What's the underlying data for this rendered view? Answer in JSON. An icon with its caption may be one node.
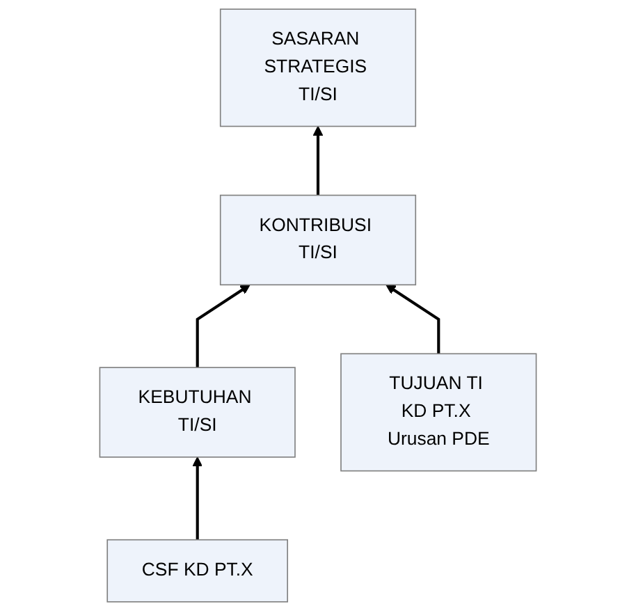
{
  "diagram": {
    "nodes": [
      {
        "text": [
          "SASARAN STRATEGIS TI/SI"
        ]
      },
      {
        "text": [
          "KONTRIBUSI TI/SI"
        ]
      },
      {
        "text": [
          "KEBUTUHAN TI/SI"
        ]
      },
      {
        "text": [
          "TUJUAN TI KD PT.X Urusan PDE"
        ]
      },
      {
        "text": [
          "CSF KD PT.X"
        ]
      }
    ],
    "edges": [
      {
        "from": 1,
        "to": 0,
        "arrow": "to"
      },
      {
        "from": 2,
        "to": 1,
        "arrow": "to"
      },
      {
        "from": 3,
        "to": 1,
        "arrow": "to"
      },
      {
        "from": 4,
        "to": 2,
        "arrow": "to"
      }
    ]
  }
}
